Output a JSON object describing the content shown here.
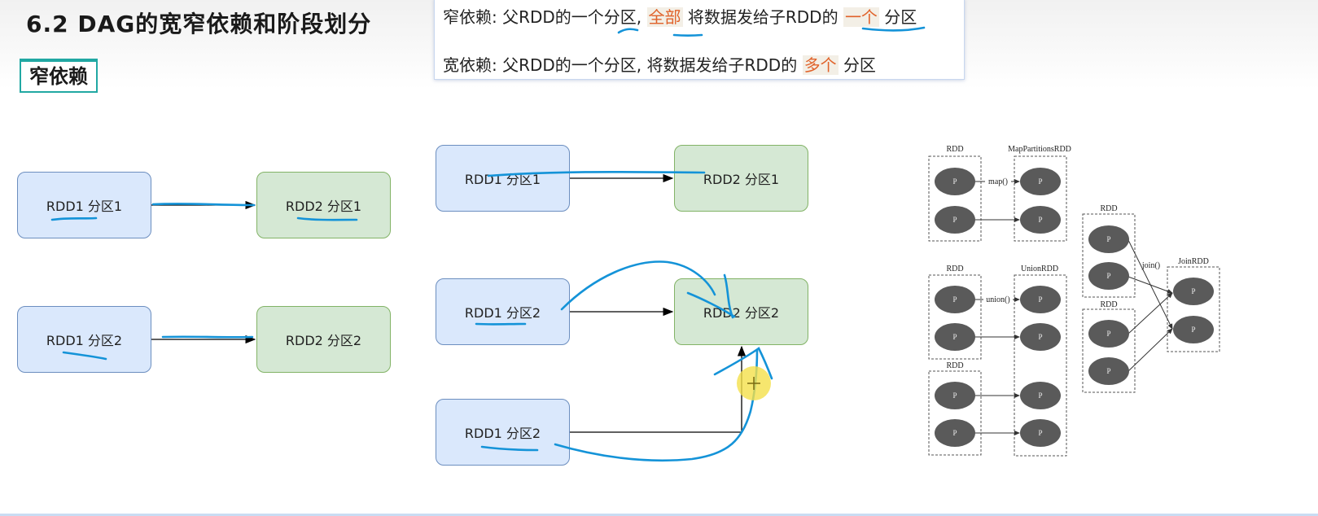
{
  "title": "6.2 DAG的宽窄依赖和阶段划分",
  "section_tag": "窄依赖",
  "notes": {
    "narrow": {
      "p1": "窄依赖: 父RDD的一个分区,",
      "hl1": "全部",
      "p2": "将数据发给子RDD的",
      "hl2": "一个",
      "p3": "分区"
    },
    "wide": {
      "p1": "宽依赖: 父RDD的一个分区, 将数据发给子RDD的",
      "hl1": "多个",
      "p2": "分区"
    }
  },
  "narrow_diagram": {
    "parents": [
      "RDD1 分区1",
      "RDD1 分区2"
    ],
    "children": [
      "RDD2 分区1",
      "RDD2 分区2"
    ]
  },
  "wide_diagram": {
    "parents": [
      "RDD1 分区1",
      "RDD1 分区2",
      "RDD1 分区2"
    ],
    "children": [
      "RDD2 分区1",
      "RDD2 分区2"
    ]
  },
  "figure": {
    "map_group": {
      "left_label": "RDD",
      "right_label": "MapPartitionsRDD",
      "op": "map()"
    },
    "union_group": {
      "left_label": "RDD",
      "left2_label": "RDD",
      "right_label": "UnionRDD",
      "op": "union()"
    },
    "join_group": {
      "left_label": "RDD",
      "left2_label": "RDD",
      "right_label": "JoinRDD",
      "op": "join()"
    },
    "partition_label": "P"
  },
  "colors": {
    "annotation": "#1493d8",
    "highlight_text": "#e0622a",
    "tag_border": "#21a8a3"
  }
}
